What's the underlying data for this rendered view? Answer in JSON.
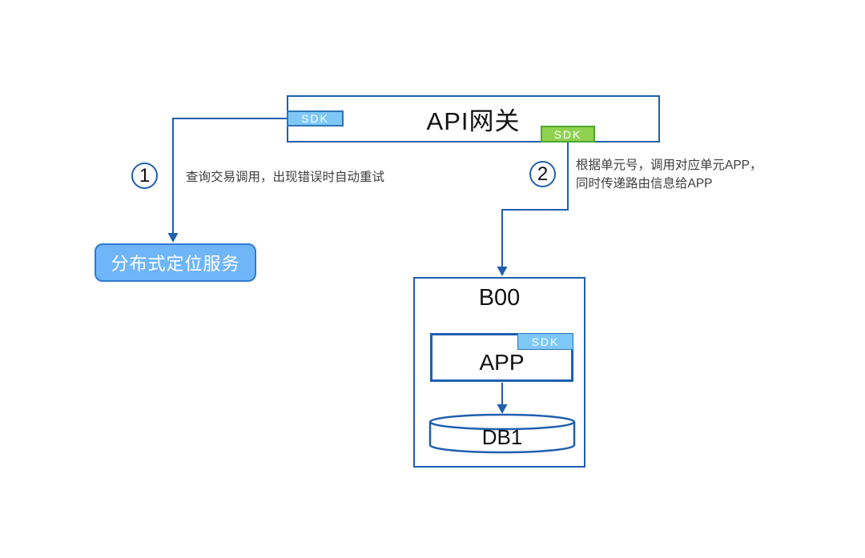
{
  "colors": {
    "line": "#1f5fae",
    "sdk_blue_fill": "#7ec8f8",
    "sdk_blue_border": "#2e75b6",
    "sdk_green_fill": "#8fd14f",
    "sdk_green_border": "#4ea72e",
    "service_fill": "#6fb5f8",
    "service_border": "#2e7bd2"
  },
  "gateway": {
    "title": "API网关",
    "sdk_left_label": "SDK",
    "sdk_right_label": "SDK"
  },
  "steps": [
    {
      "number": "1",
      "lines": [
        "查询交易调用，出现错误时自动重试"
      ]
    },
    {
      "number": "2",
      "lines": [
        "根据单元号，调用对应单元APP，",
        "同时传递路由信息给APP"
      ]
    }
  ],
  "location_service": {
    "label": "分布式定位服务"
  },
  "unit": {
    "title": "B00"
  },
  "app": {
    "label": "APP",
    "sdk_label": "SDK"
  },
  "database": {
    "label": "DB1"
  }
}
